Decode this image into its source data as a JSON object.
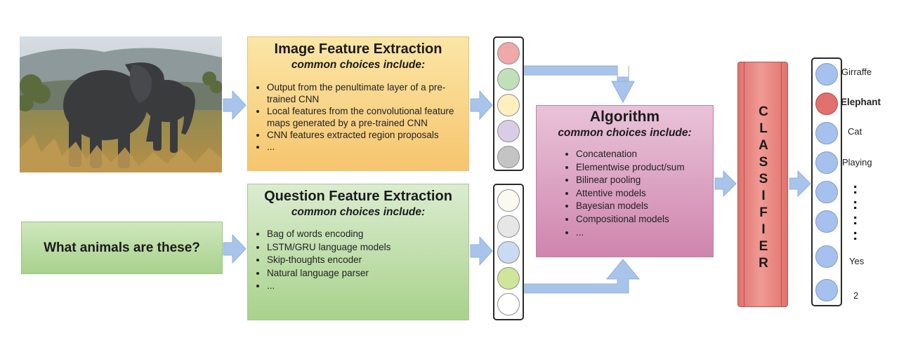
{
  "image_feature": {
    "title": "Image Feature Extraction",
    "subtitle": "common choices include:",
    "items": [
      "Output from the penultimate layer of a pre-trained CNN",
      "Local features from the convolutional feature maps generated by a pre-trained CNN",
      "CNN features extracted region proposals",
      "..."
    ]
  },
  "question": {
    "text": "What animals are these?"
  },
  "question_feature": {
    "title": "Question Feature Extraction",
    "subtitle": "common choices include:",
    "items": [
      "Bag of words encoding",
      "LSTM/GRU language models",
      "Skip-thoughts encoder",
      "Natural language parser",
      "..."
    ]
  },
  "algorithm": {
    "title": "Algorithm",
    "subtitle": "common choices include:",
    "items": [
      "Concatenation",
      "Elementwise product/sum",
      "Bilinear pooling",
      "Attentive models",
      "Bayesian models",
      "Compositional models",
      "..."
    ]
  },
  "classifier": {
    "letters": [
      "C",
      "L",
      "A",
      "S",
      "S",
      "I",
      "F",
      "I",
      "E",
      "R"
    ]
  },
  "image_vector": {
    "colors": [
      "#f0a8a8",
      "#bfe0b8",
      "#fdf0c0",
      "#d9cde6",
      "#c4c4c4"
    ]
  },
  "question_vector": {
    "colors": [
      "#fbfaf0",
      "#e6e6e6",
      "#c9daf4",
      "#cfe59a",
      "#ffffff"
    ]
  },
  "output_labels": {
    "giraffe": "Girraffe",
    "elephant": "Elephant",
    "cat": "Cat",
    "playing": "Playing",
    "yes": "Yes",
    "two": "2"
  },
  "colors": {
    "arrow": "#a9c4ea",
    "output_dot": "#a7c1ee",
    "output_dot_selected": "#e0716e"
  }
}
